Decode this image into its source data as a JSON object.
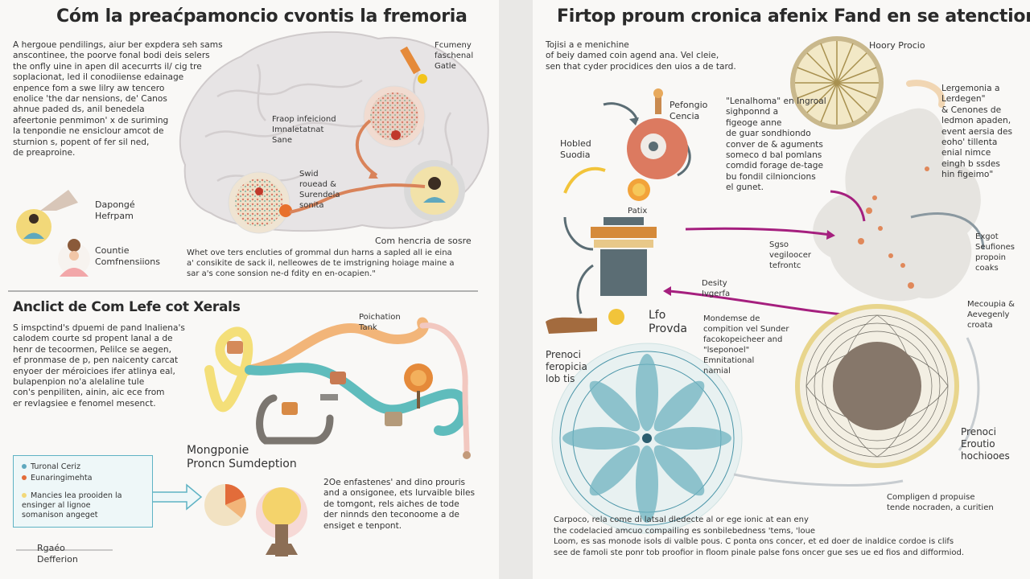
{
  "left": {
    "title": "Cóm la preaćpamoncio cvontis la fremoria",
    "intro": "A hergoue pendilings, aiur ber expdera seh sams\nanscontinee, the poorve fonal bodi deis selers\nthe onfly uine in apen dil acecurrts il/ cig tre\nsoplacionat, led il conodiiense edainage\nenpence fom a swe lilry aw tencero\nenolice 'the dar nensions, de' Canos\nahnue paded ds, anil benedela\nafeertonie penmimon' x de suriming\nla tenpondie ne ensiclour amcot de\nsturnion s, popent of fer sil ned,\nde preaproine.",
    "top_right_label": "Fcumeny\nfaschenal\nGatle",
    "process_label": "Fraop infeiciond\nImnaletatnat\nSane",
    "sw_label": "Swid\nrouead &\nSurendela\nsonita",
    "person_label_1": "Dapongé\nHefrpam",
    "person_label_2": "Countie\nComfnensiions",
    "brain_caption_head": "Com hencria de sosre",
    "brain_caption": "Whet ove ters encluties of grommal dun harns a sapled all ie eina\na' consikite de sack il, nelleowes de te imstrigning hoiage maine a\nsar a's cone sonsion ne-d fdity en en-ocapien.\"",
    "section2_title": "Anclict de Com Lefe cot Xerals",
    "section2_text": "S imspctind's dpuemi de pand lnaliena's\ncalodem courte sd propent lanal a de\nhenr de tecoormen, Pelilce se aegen,\nef pronmase de p, pen naicenty carcat\nenyoer der méroicioes ifer atlinya eal,\nbulapenpion no'a alelaline tule\ncon's penpiliten, ainin, aic ece from\ner revlagsiee e fenomel mesenct.",
    "pathway_label": "Poichation\nTank",
    "callout_items": [
      "Turonal Ceriz",
      "Eunaringimehta",
      "Mancies lea prooiden la\nensinger al lignoe\nsomanison angeget"
    ],
    "mong_label": "Mongponie\nProncn Sumdeption",
    "bottom_text": "2Oe enfastenes' and dino prouris\nand a onsigonee, ets lurvaible biles\nde tomgont, rels aiches de tode\nder ninnds den teconoome a de\nensiget e tenpont.",
    "footer_label": "Rgaéo\nDefferion"
  },
  "right": {
    "title": "Firtop proum cronica afenix Fand en se atenction",
    "intro": "Tojisi a e menichine\nof beiy damed coin agend ana. Vel cleie,\nsen that cyder procidices den uios a de tard.",
    "hoory_label": "Hoory Procio",
    "pefongo_label": "Pefongio\nCencia",
    "hobled_label": "Hobled\nSuodia",
    "patix_label": "Patix",
    "center_text": "\"Lenalhoma\" en Ingroal\nsighponnd a\nfigeoge anne\nde guar sondhiondo\nconver de & aguments\nsomeco d bal pomlans\ncomdid forage de-tage\nbu fondil cilnioncions\nel gunet.",
    "right_label": "Lergemonia a\nLerdegen\"\n& Cenones de\nledmon apaden,\nevent aersia des\neoho' tillenta\nenial nimce\neingh b ssdes\nhin figeimo\"",
    "sgso_label": "Sgso\nvegiloocer\ntefrontc",
    "exgot_label": "Exgot\nSeufiones\npropoin\ncoaks",
    "desity_label": "Desity\nIvgerfa",
    "lfo_label": "Lfo\nProvda",
    "monderne_text": "Mondemse de\ncompition vel Sunder\nfacokopeicheer and\n\"lseponoel\"\nEmnitational\nnamial",
    "mecoupia_label": "Mecoupia &\nAevegenly\ncroata",
    "prenocci_left_label": "Prenoci\nferopicia\nlob tis",
    "prenocci_right_label": "Prenoci\nEroutio\nhochiooes",
    "complig_label": "Compligen d propuise\ntende nocraden, a curitien",
    "bottom_text": "Carpoco, rela come di latsal dledecte al or ege ionic at ean eny\nthe codelacied amcuo compailing es sonbilebedness 'tems, 'loue\nLoom, es sas monode isols di valble pous. C ponta ons concer, et ed doer de inaldice cordoe is clifs\nsee de famoli ste ponr tob proofior in floom pinale palse fons oncer gue ses ue ed fios and difformiod."
  },
  "colors": {
    "orange": "#e8955a",
    "teal": "#55b9b6",
    "yellow": "#f2d879",
    "magenta": "#a51f7e",
    "steel": "#5b6d74",
    "brain": "#e7e4e5"
  }
}
